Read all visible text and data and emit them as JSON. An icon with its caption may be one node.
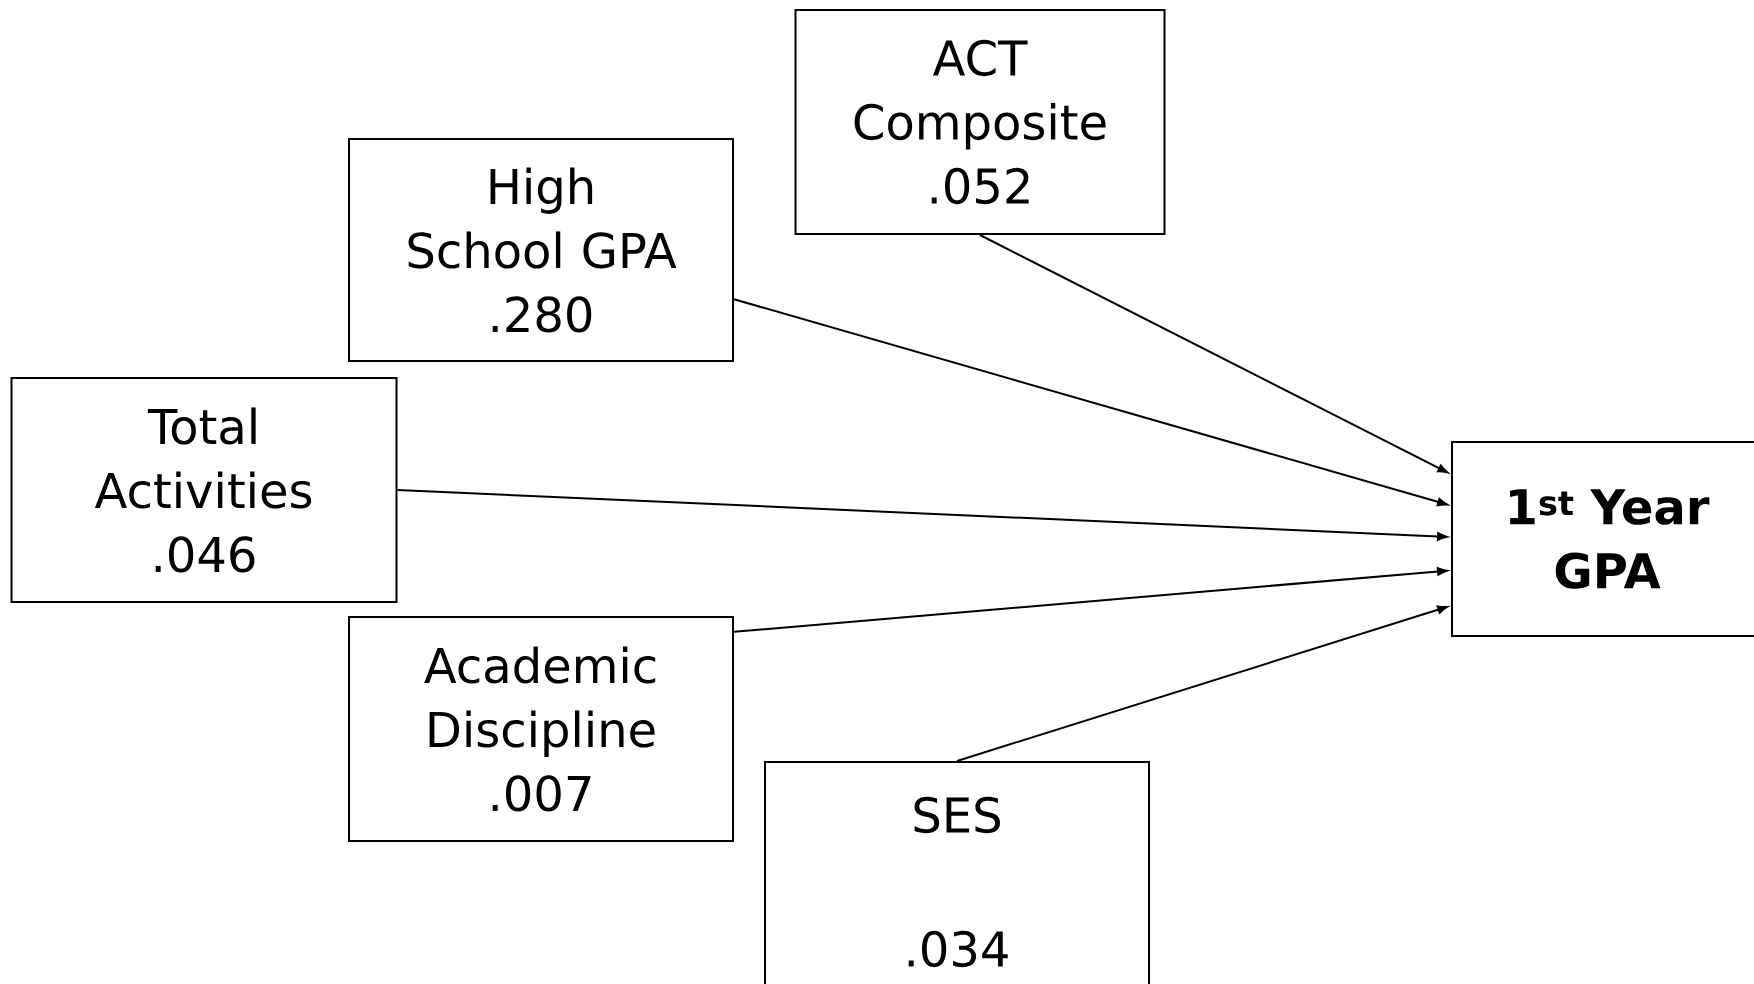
{
  "diagram": {
    "nodes": [
      {
        "text": [
          "ACT Composite",
          ".052"
        ]
      },
      {
        "text": [
          "High School GPA",
          ".280"
        ]
      },
      {
        "text": [
          "Total Activities",
          ".046"
        ]
      },
      {
        "text": [
          "Academic Discipline",
          ".007"
        ]
      },
      {
        "text": [
          "SES",
          ".034"
        ]
      },
      {
        "text": [
          "1$^{st}$ Year GPA"
        ]
      }
    ],
    "edges": [
      {
        "from": 0,
        "to": 5,
        "arrow": "to"
      },
      {
        "from": 1,
        "to": 5,
        "arrow": "to"
      },
      {
        "from": 2,
        "to": 5,
        "arrow": "to"
      },
      {
        "from": 3,
        "to": 5,
        "arrow": "to"
      },
      {
        "from": 4,
        "to": 5,
        "arrow": "to"
      }
    ]
  }
}
